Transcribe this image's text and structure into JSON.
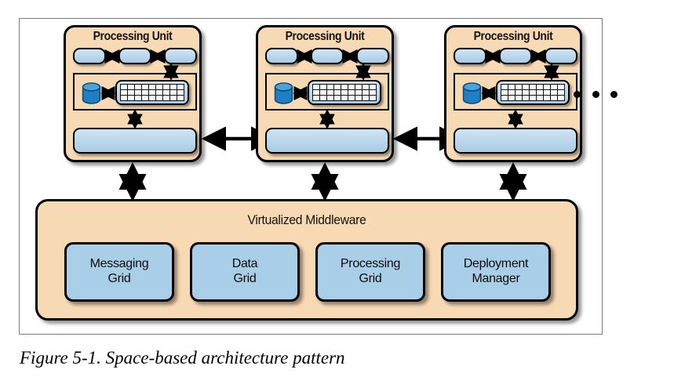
{
  "figure": {
    "caption": "Figure 5-1. Space-based architecture pattern",
    "ellipsis": "• • •"
  },
  "colors": {
    "unit_fill": "#f7d9b4",
    "component_fill": "#a9cfe8",
    "component_fill_light": "#cfe4f3",
    "db_fill": "#1f7fc4",
    "db_top": "#4aa3db",
    "outline": "#000000",
    "frame_border": "#7b7b7b",
    "canvas": "#ffffff"
  },
  "processing_units": [
    {
      "title": "Processing Unit",
      "pills": [
        "module-a",
        "module-b",
        "module-c"
      ],
      "inner": {
        "database": "database-cylinder",
        "grid": "in-memory-data-grid"
      },
      "bottom_bar": "data-replication-bar"
    },
    {
      "title": "Processing Unit",
      "pills": [
        "module-a",
        "module-b",
        "module-c"
      ],
      "inner": {
        "database": "database-cylinder",
        "grid": "in-memory-data-grid"
      },
      "bottom_bar": "data-replication-bar"
    },
    {
      "title": "Processing Unit",
      "pills": [
        "module-a",
        "module-b",
        "module-c"
      ],
      "inner": {
        "database": "database-cylinder",
        "grid": "in-memory-data-grid"
      },
      "bottom_bar": "data-replication-bar"
    }
  ],
  "middleware": {
    "title": "Virtualized Middleware",
    "grids": [
      {
        "label": "Messaging\nGrid",
        "name": "messaging-grid"
      },
      {
        "label": "Data\nGrid",
        "name": "data-grid"
      },
      {
        "label": "Processing\nGrid",
        "name": "processing-grid"
      },
      {
        "label": "Deployment\nManager",
        "name": "deployment-manager"
      }
    ]
  },
  "grid_icon": {
    "columns": 9,
    "rows": 3
  }
}
